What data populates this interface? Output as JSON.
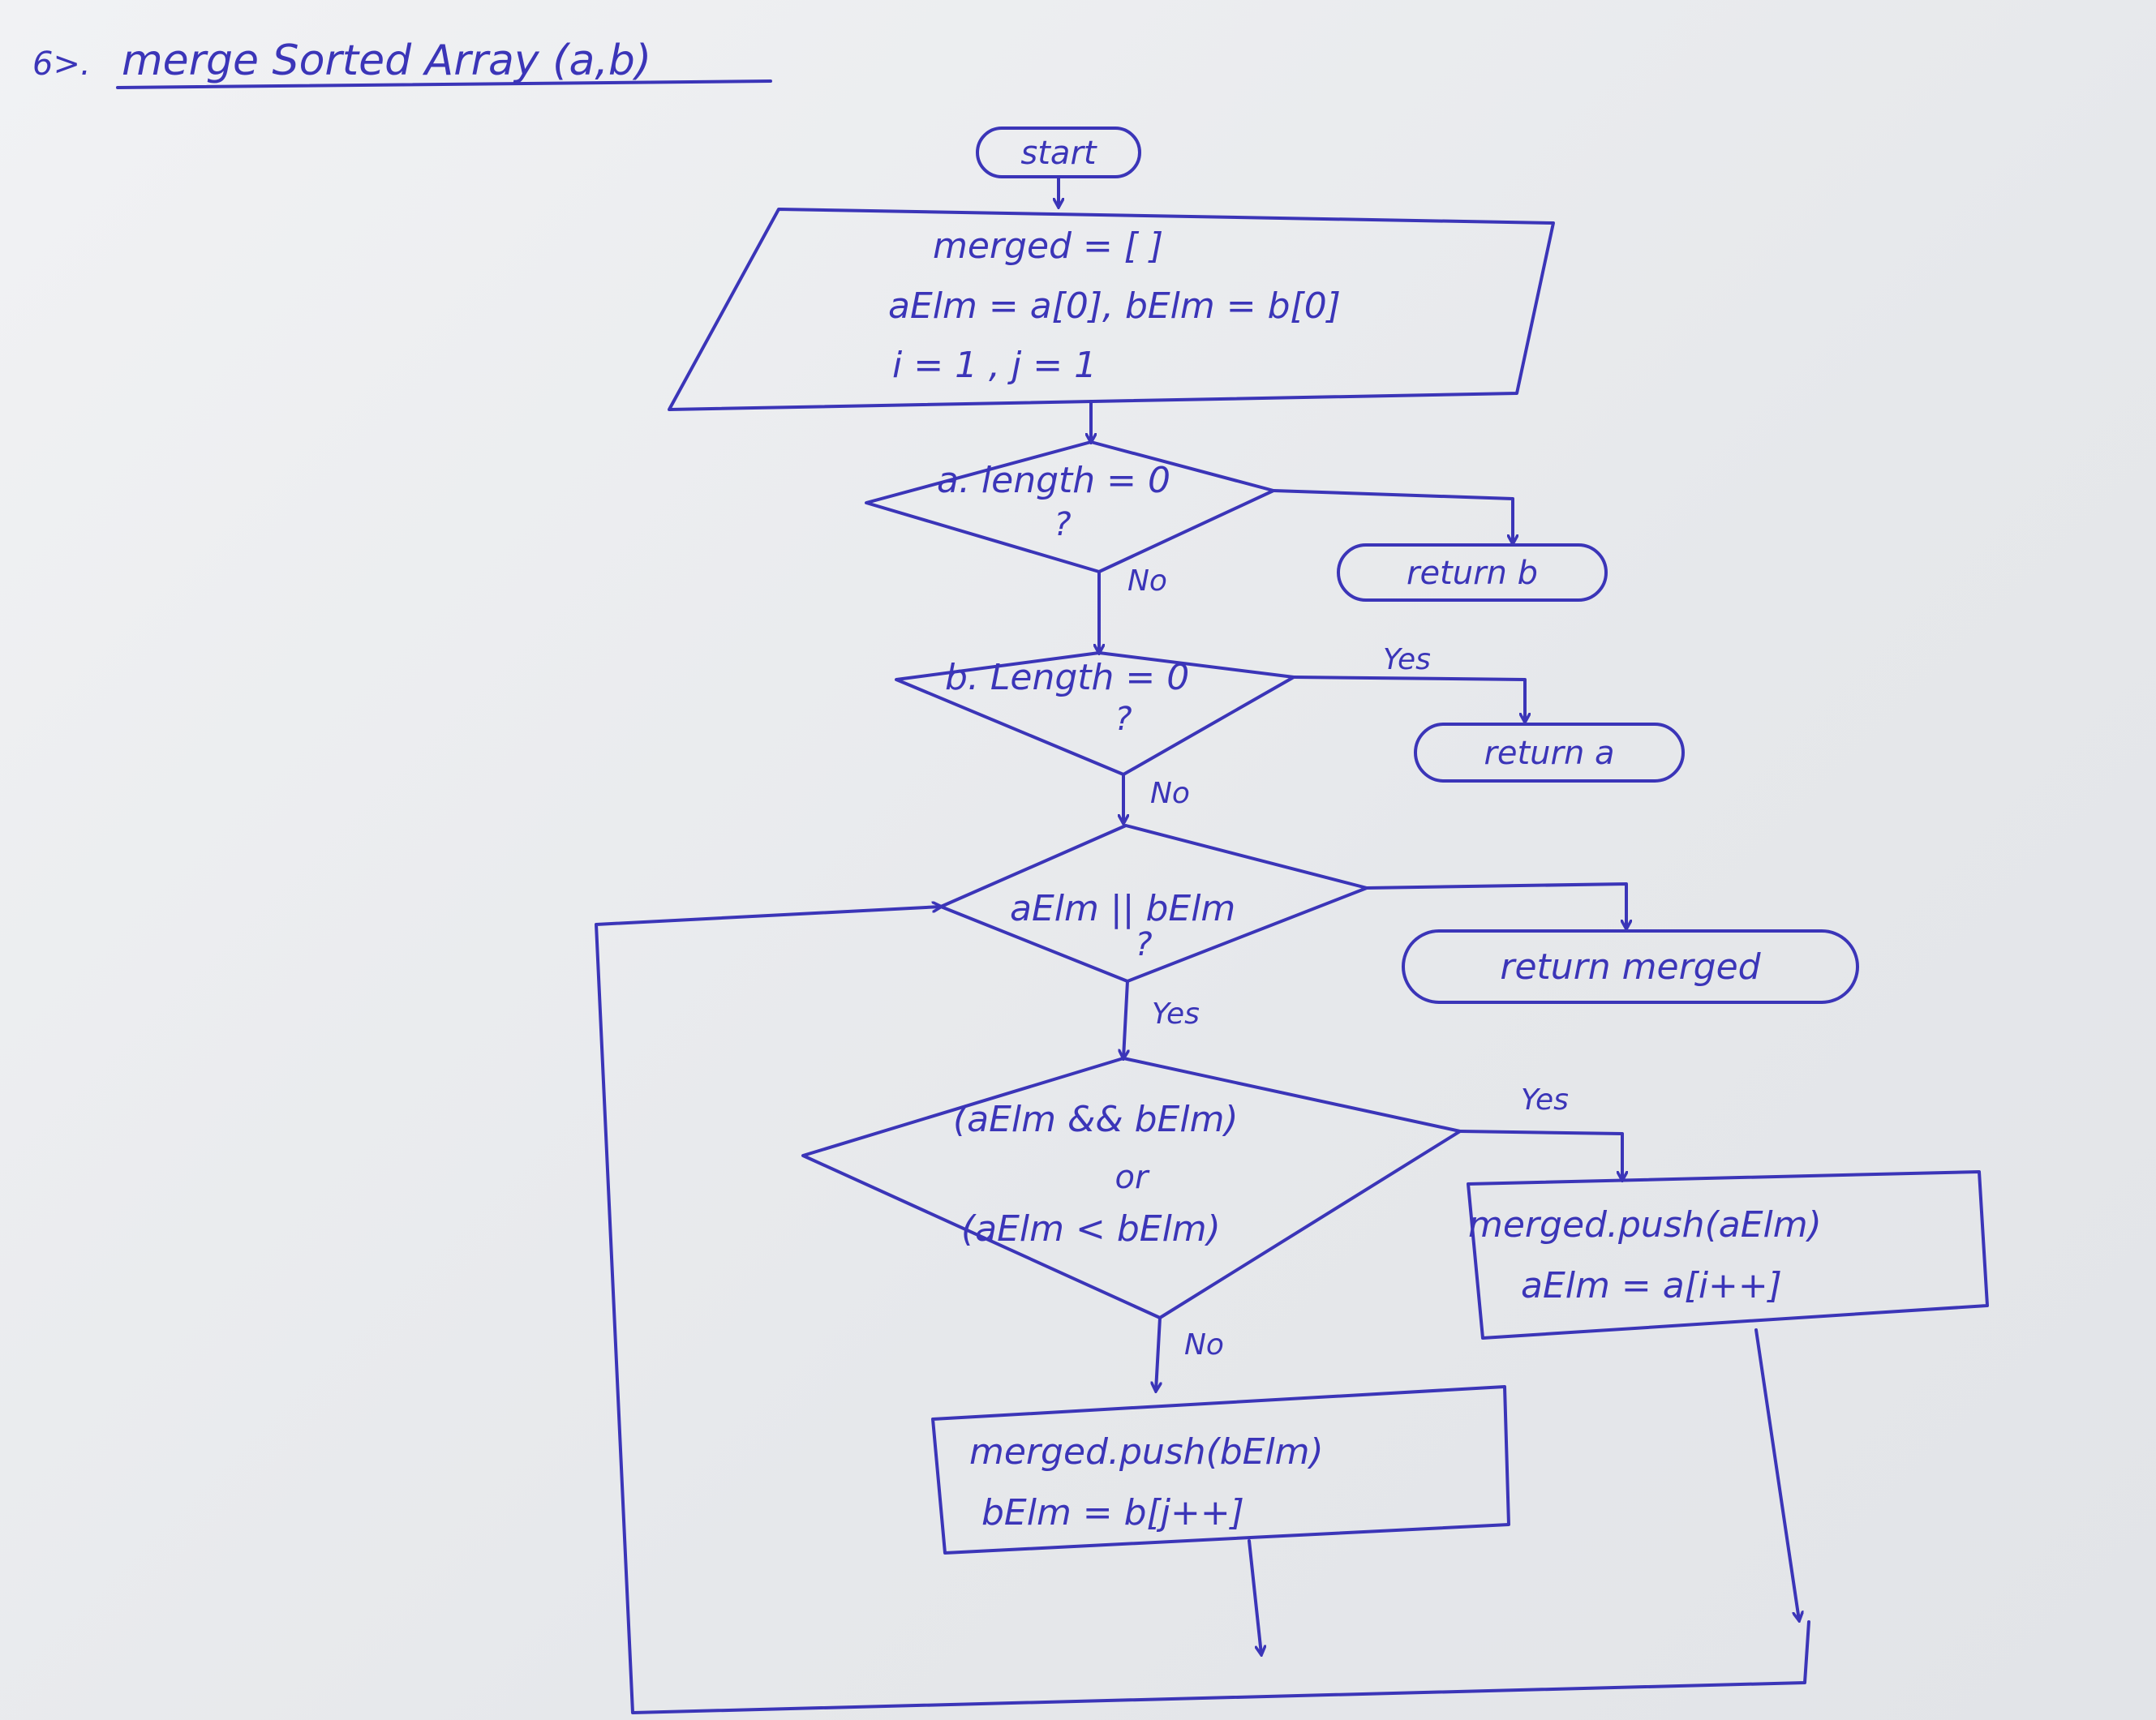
{
  "heading": {
    "number": "6>.",
    "title": "merge Sorted Array (a,b)"
  },
  "nodes": {
    "start": "start",
    "init": {
      "line1": "merged = [ ]",
      "line2": "aElm = a[0], bElm = b[0]",
      "line3": "i = 1 , j = 1"
    },
    "cond_a": {
      "line1": "a. length = 0",
      "line2": "?"
    },
    "return_b": "return b",
    "cond_b": {
      "line1": "b. Length = 0",
      "line2": "?"
    },
    "return_a": "return a",
    "cond_loop": {
      "line1": "aElm || bElm",
      "line2": "?"
    },
    "return_merged": "return merged",
    "cond_cmp": {
      "line1": "(aElm && bElm)",
      "line2": "or",
      "line3": "(aElm < bElm)"
    },
    "push_a": {
      "line1": "merged.push(aElm)",
      "line2": "aElm = a[i++]"
    },
    "push_b": {
      "line1": "merged.push(bElm)",
      "line2": "bElm = b[j++]"
    }
  },
  "edge_labels": {
    "a_no": "No",
    "b_yes": "Yes",
    "b_no": "No",
    "loop_yes": "Yes",
    "cmp_yes": "Yes",
    "cmp_no": "No"
  }
}
